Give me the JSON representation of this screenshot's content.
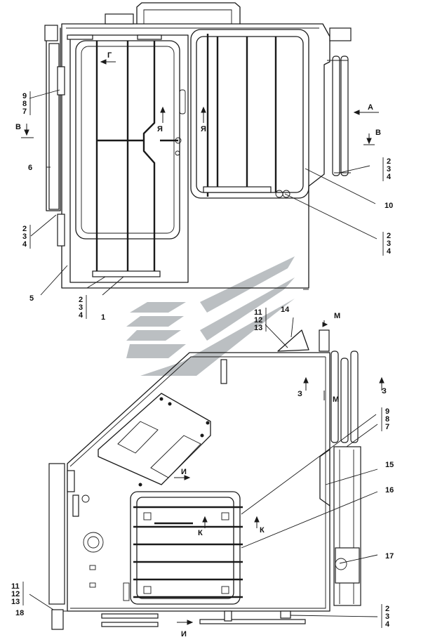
{
  "labels": {
    "l1": "1",
    "l5": "5",
    "l6": "6",
    "l10": "10",
    "l14": "14",
    "l15": "15",
    "l16": "16",
    "l17": "17",
    "l18": "18"
  },
  "stacks": {
    "s987_top": [
      "9",
      "8",
      "7"
    ],
    "s234_lowerleft": [
      "2",
      "3",
      "4"
    ],
    "s234_bottom1": [
      "2",
      "3",
      "4"
    ],
    "s234_right_a": [
      "2",
      "3",
      "4"
    ],
    "s234_right_b": [
      "2",
      "3",
      "4"
    ],
    "s1112_top": [
      "11",
      "12",
      "13"
    ],
    "s987_right": [
      "9",
      "8",
      "7"
    ],
    "s1112_bottom": [
      "11",
      "12",
      "13"
    ],
    "s234_bottom_right": [
      "2",
      "3",
      "4"
    ]
  },
  "views": {
    "g": "Г",
    "ya1": "Я",
    "ya2": "Я",
    "a": "А",
    "b1": "В",
    "b2": "В",
    "m1": "М",
    "m2": "М",
    "z1": "З",
    "z2": "З",
    "i1": "И",
    "i2": "И",
    "k1": "К",
    "k2": "К"
  },
  "colors": {
    "line": "#1a1a1a",
    "watermark": "#8e969b"
  }
}
